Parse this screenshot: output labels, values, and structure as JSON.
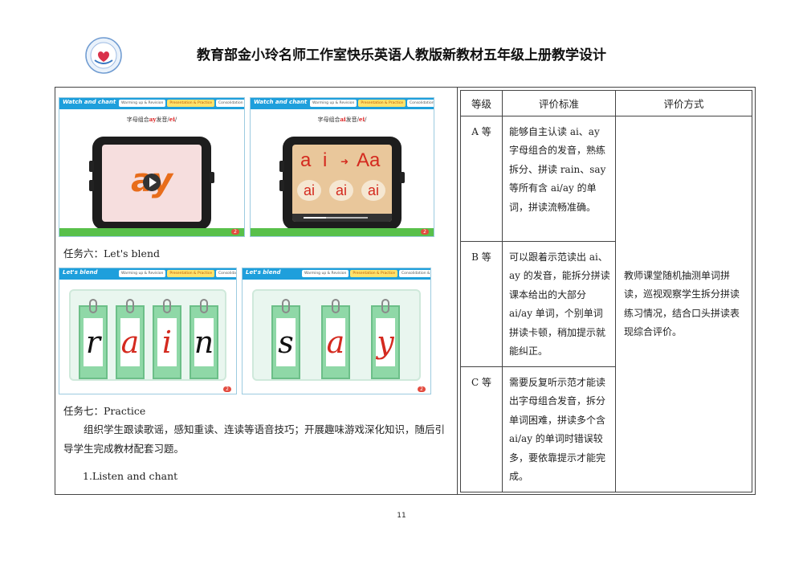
{
  "header": {
    "title": "教育部金小玲名师工作室快乐英语人教版新教材五年级上册教学设计"
  },
  "slides": {
    "watch_title": "Watch and chant",
    "blend_title": "Let's blend",
    "tabs": [
      "Warming up & Revision",
      "Presentation & Practice",
      "Consolidation & Extension"
    ],
    "slide1": {
      "caption_pre": "字母组合",
      "caption_em": "ay",
      "caption_post": "发音/",
      "caption_sound": "ei",
      "caption_end": "/",
      "video_text": "ay"
    },
    "slide2": {
      "caption_pre": "字母组合",
      "caption_em": "ai",
      "caption_post": "发音/",
      "caption_sound": "ei",
      "caption_end": "/",
      "top_a": "a",
      "top_i": "i",
      "top_Aa": "Aa",
      "ai1": "ai",
      "ai2": "ai",
      "ai3": "ai"
    },
    "slide3": {
      "letters": [
        "r",
        "a",
        "i",
        "n"
      ]
    },
    "slide4": {
      "letters": [
        "s",
        "a",
        "y"
      ]
    },
    "page_badge": "2"
  },
  "left": {
    "task6": "任务六：Let's blend",
    "task7": "任务七：Practice",
    "paragraph": "组织学生跟读歌谣，感知重读、连读等语音技巧；开展趣味游戏深化知识，随后引导学生完成教材配套习题。",
    "step1": "1.Listen and chant"
  },
  "table": {
    "headers": [
      "等级",
      "评价标准",
      "评价方式"
    ],
    "rows": [
      {
        "grade": "A 等",
        "criteria": "能够自主认读 ai、ay 字母组合的发音，熟练拆分、拼读 rain、say 等所有含 ai/ay 的单词，拼读流畅准确。"
      },
      {
        "grade": "B 等",
        "criteria": "可以跟着示范读出 ai、ay 的发音，能拆分拼读课本给出的大部分 ai/ay 单词，个别单词拼读卡顿，稍加提示就能纠正。"
      },
      {
        "grade": "C 等",
        "criteria": "需要反复听示范才能读出字母组合发音，拆分单词困难，拼读多个含 ai/ay 的单词时错误较多，要依靠提示才能完成。"
      }
    ],
    "method": "教师课堂随机抽测单词拼读，巡视观察学生拆分拼读练习情况，结合口头拼读表现综合评价。"
  },
  "footer": {
    "page_number": "11"
  },
  "colors": {
    "accent_blue": "#2fb0ea",
    "highlight_red": "#d22222",
    "card_green": "#8fd8a7"
  }
}
